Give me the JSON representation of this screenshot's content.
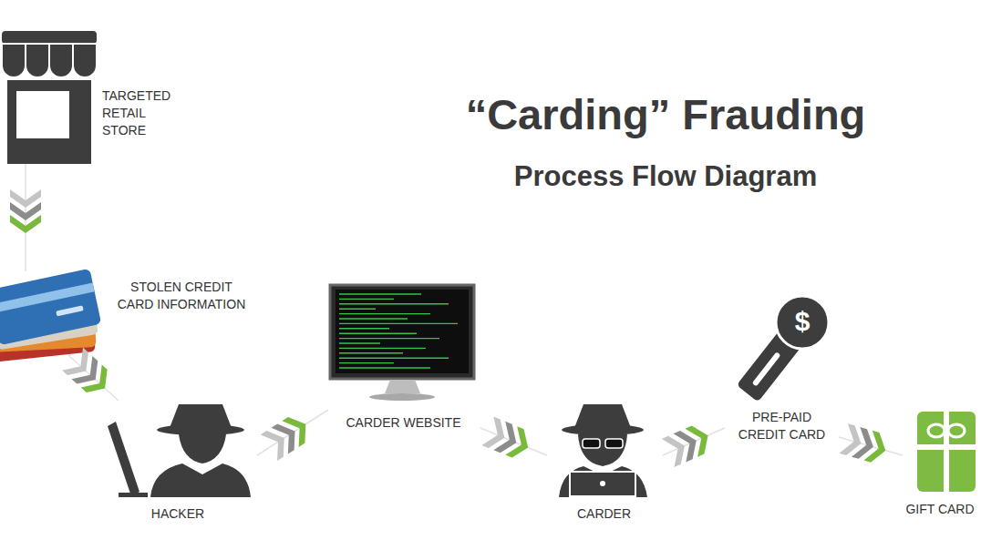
{
  "diagram": {
    "title": "“Carding” Frauding",
    "nodes": [
      {
        "text": [
          "TARGETED RETAIL STORE"
        ]
      },
      {
        "text": [
          "STOLEN CREDIT CARD INFORMATION"
        ]
      },
      {
        "text": [
          "HACKER"
        ]
      },
      {
        "text": [
          "CARDER WEBSITE"
        ]
      },
      {
        "text": [
          "CARDER"
        ]
      },
      {
        "text": [
          "PRE-PAID CREDIT CARD"
        ]
      },
      {
        "text": [
          "GIFT CARD"
        ]
      }
    ],
    "edges": [
      {
        "from": 0,
        "to": 1,
        "arrow": "to"
      },
      {
        "from": 1,
        "to": 2,
        "arrow": "to"
      },
      {
        "from": 2,
        "to": 3,
        "arrow": "to"
      },
      {
        "from": 3,
        "to": 4,
        "arrow": "to"
      },
      {
        "from": 4,
        "to": 5,
        "arrow": "to"
      },
      {
        "from": 5,
        "to": 6,
        "arrow": "to"
      }
    ],
    "labels": [
      "Process Flow Diagram",
      "$"
    ]
  }
}
